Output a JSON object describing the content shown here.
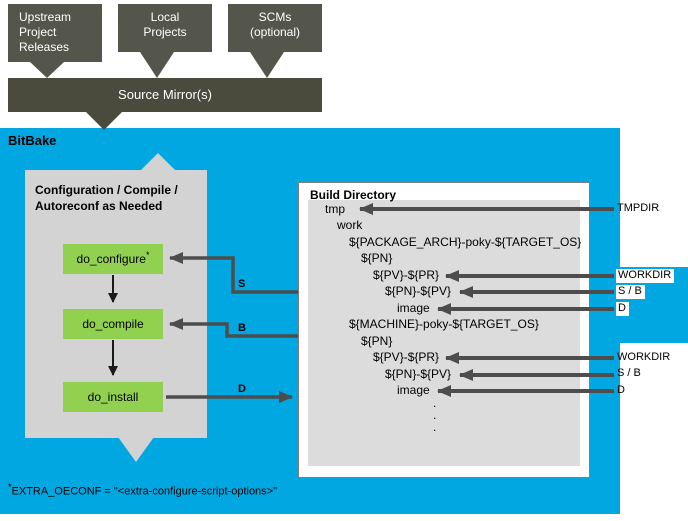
{
  "sources": {
    "upstream_releases": "Upstream\nProject\nReleases",
    "local_projects": "Local\nProjects",
    "scms": "SCMs\n(optional)",
    "source_mirrors": "Source Mirror(s)"
  },
  "bitbake": {
    "label": "BitBake",
    "config_box": {
      "title": "Configuration / Compile /\nAutoreconf as Needed",
      "steps": [
        {
          "label": "do_configure",
          "superscript": "*"
        },
        {
          "label": "do_compile",
          "superscript": ""
        },
        {
          "label": "do_install",
          "superscript": ""
        }
      ]
    },
    "flow_labels": {
      "s": "S",
      "b": "B",
      "d": "D"
    },
    "build_directory": {
      "title": "Build Directory",
      "tree": [
        "tmp",
        "work",
        "${PACKAGE_ARCH}-poky-${TARGET_OS}",
        "${PN}",
        "${PV}-${PR}",
        "${PN}-${PV}",
        "image",
        "${MACHINE}-poky-${TARGET_OS}",
        "${PN}",
        "${PV}-${PR}",
        "${PN}-${PV}",
        "image",
        ".",
        ".",
        "."
      ]
    },
    "pointer_labels": [
      "TMPDIR",
      "WORKDIR",
      "S / B",
      "D",
      "WORKDIR",
      "S / B",
      "D"
    ]
  },
  "footnote": {
    "marker": "*",
    "text": "EXTRA_OECONF = \"<extra-configure-script-options>\""
  },
  "colors": {
    "blue": "#00A7E1",
    "green": "#92D050",
    "source-box": "#55564B",
    "mirror-bar": "#4A4B3C",
    "panel-gray": "#D3D3D3",
    "inner-gray": "#DCDCDC",
    "arrow-gray": "#4D4D4D"
  }
}
